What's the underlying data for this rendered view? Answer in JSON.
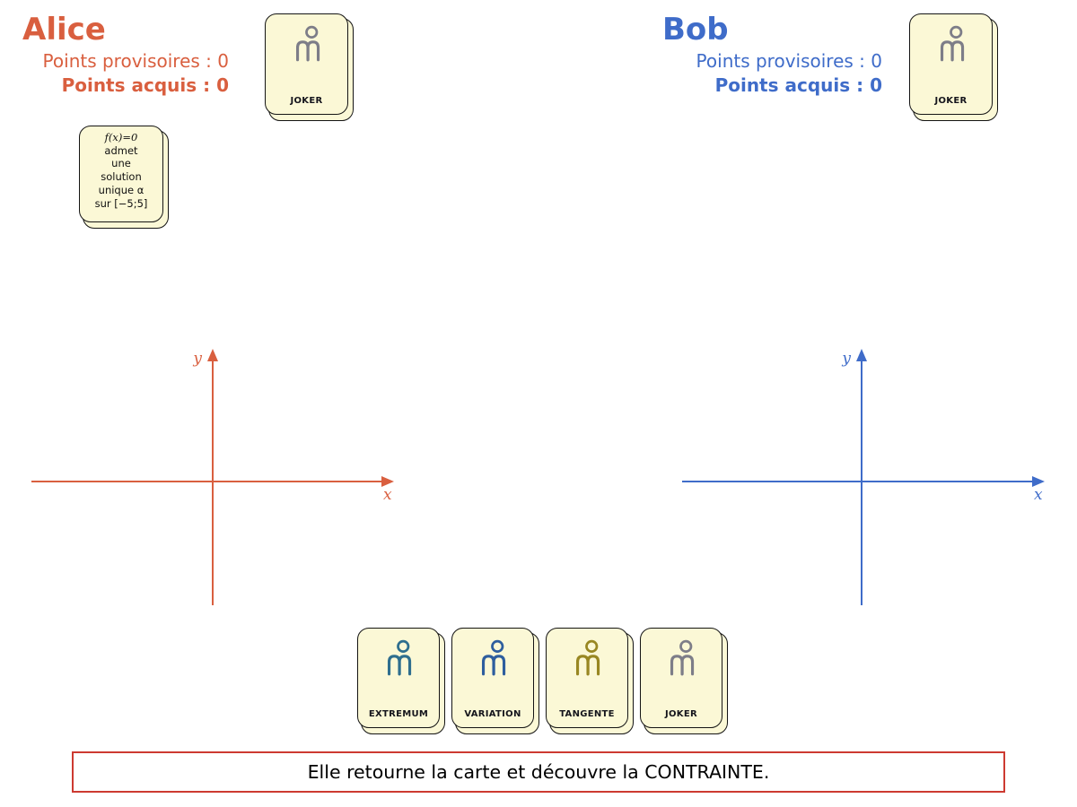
{
  "players": {
    "alice": {
      "name": "Alice",
      "points_provisional_label": "Points provisoires :",
      "points_provisional_value": "0",
      "points_acquired_label": "Points acquis :",
      "points_acquired_value": "0",
      "color": "#d95f3f"
    },
    "bob": {
      "name": "Bob",
      "points_provisional_label": "Points provisoires :",
      "points_provisional_value": "0",
      "points_acquired_label": "Points acquis :",
      "points_acquired_value": "0",
      "color": "#3f6cc9"
    }
  },
  "cards": {
    "alice_joker": {
      "label": "JOKER",
      "logo_color": "#7d7d88"
    },
    "bob_joker": {
      "label": "JOKER",
      "logo_color": "#7d7d88"
    },
    "constraint": {
      "lines": [
        "f(x)=0",
        "admet",
        "une",
        "solution",
        "unique α",
        "sur [−5;5]"
      ]
    },
    "deck": [
      {
        "label": "EXTREMUM",
        "logo_color": "#2e6e8e"
      },
      {
        "label": "VARIATION",
        "logo_color": "#2e5e9e"
      },
      {
        "label": "TANGENTE",
        "logo_color": "#988722"
      },
      {
        "label": "JOKER",
        "logo_color": "#7d7d88"
      }
    ],
    "background_color": "#fbf8d6"
  },
  "axes": {
    "alice": {
      "x_label": "x",
      "y_label": "y",
      "color": "#d95f3f"
    },
    "bob": {
      "x_label": "x",
      "y_label": "y",
      "color": "#3f6cc9"
    }
  },
  "status": {
    "message": "Elle retourne la carte et découvre la CONTRAINTE.",
    "border_color": "#cd3a31"
  }
}
